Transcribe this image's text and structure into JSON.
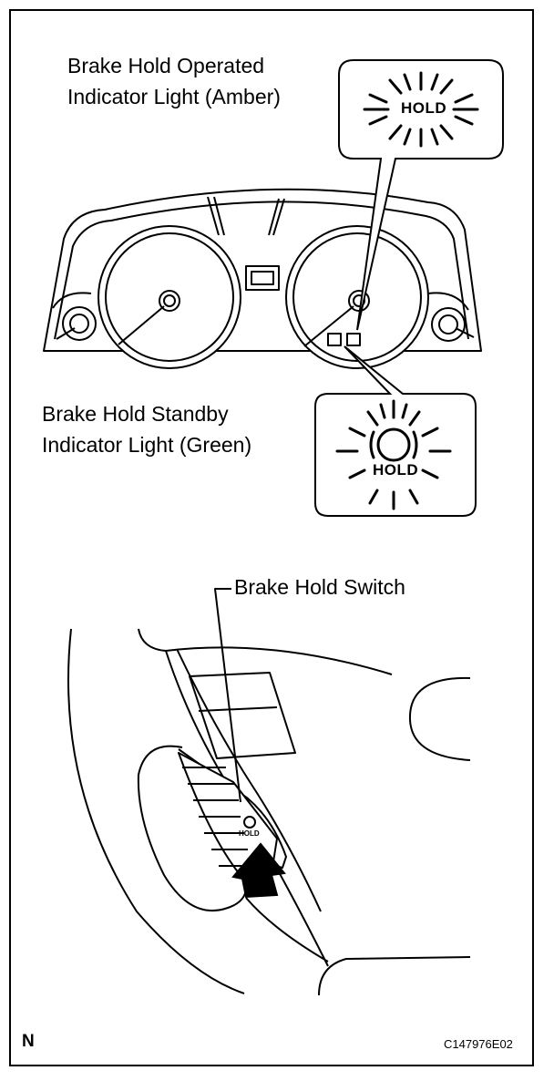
{
  "labels": {
    "operated_line1": "Brake Hold Operated",
    "operated_line2": "Indicator Light (Amber)",
    "standby_line1": "Brake Hold Standby",
    "standby_line2": "Indicator Light (Green)",
    "switch": "Brake Hold Switch"
  },
  "icons": {
    "hold_text": "HOLD",
    "switch_hold_text": "HOLD"
  },
  "footer": {
    "north_marker": "N",
    "figure_code": "C147976E02"
  },
  "colors": {
    "line": "#000000",
    "background": "#ffffff",
    "fill_gray": "#d8d8d8"
  }
}
